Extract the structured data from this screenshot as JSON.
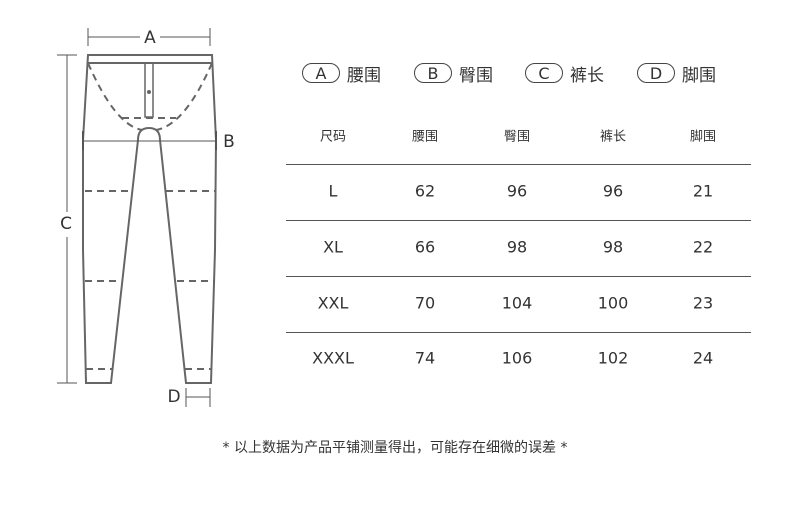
{
  "diagram": {
    "label_a": "A",
    "label_b": "B",
    "label_c": "C",
    "label_d": "D"
  },
  "legend": [
    {
      "letter": "A",
      "text": "腰围"
    },
    {
      "letter": "B",
      "text": "臀围"
    },
    {
      "letter": "C",
      "text": "裤长"
    },
    {
      "letter": "D",
      "text": "脚围"
    }
  ],
  "table": {
    "headers": [
      "尺码",
      "腰围",
      "臀围",
      "裤长",
      "脚围"
    ],
    "rows": [
      [
        "L",
        "62",
        "96",
        "96",
        "21"
      ],
      [
        "XL",
        "66",
        "98",
        "98",
        "22"
      ],
      [
        "XXL",
        "70",
        "104",
        "100",
        "23"
      ],
      [
        "XXXL",
        "74",
        "106",
        "102",
        "24"
      ]
    ]
  },
  "footer": "* 以上数据为产品平铺测量得出，可能存在细微的误差 *",
  "colors": {
    "line": "#666666",
    "text": "#333333"
  }
}
